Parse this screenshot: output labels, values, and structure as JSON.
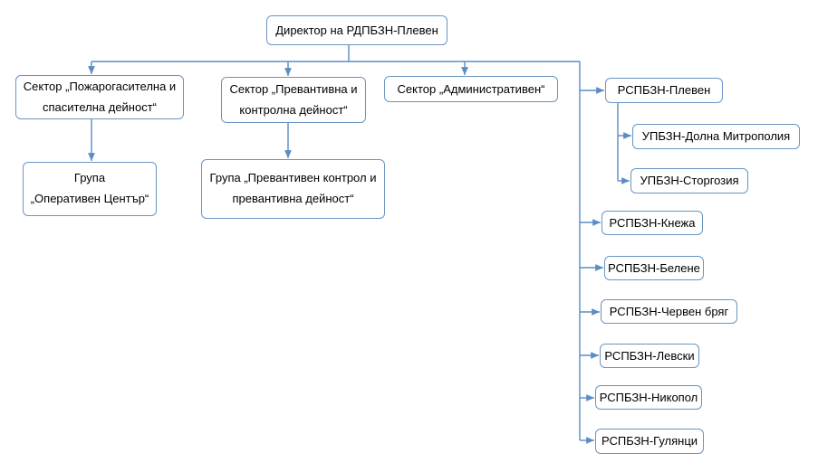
{
  "colors": {
    "line": "#5b8cc4",
    "box_border": "#6a95c2"
  },
  "director": "Директор на РДПБЗН-Плевен",
  "sectors": {
    "fire": [
      "Сектор „Пожарогасителна и",
      "спасителна дейност“"
    ],
    "prevention": [
      "Сектор „Превантивна и",
      "контролна дейност“"
    ],
    "admin": "Сектор „Административен“"
  },
  "groups": {
    "operative": [
      "Група",
      "„Оперативен Център“"
    ],
    "prevention_control": [
      "Група „Превантивен контрол и",
      "превантивна дейност“"
    ]
  },
  "pleven": {
    "label": "РСПБЗН-Плевен",
    "sub": [
      "УПБЗН-Долна Митрополия",
      "УПБЗН-Сторгозия"
    ]
  },
  "regional": [
    "РСПБЗН-Кнежа",
    "РСПБЗН-Белене",
    "РСПБЗН-Червен бряг",
    "РСПБЗН-Левски",
    "РСПБЗН-Никопол",
    "РСПБЗН-Гулянци"
  ]
}
